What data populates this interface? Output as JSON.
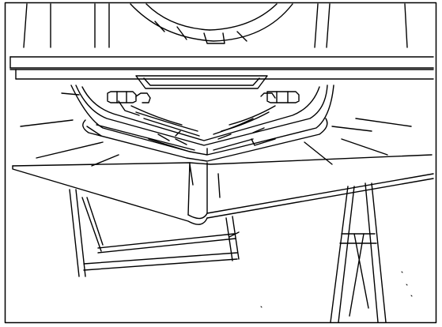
{
  "figure": {
    "stroke_color": "#000000",
    "background_color": "#ffffff"
  },
  "parts": {
    "steering_wheel": "steering-wheel",
    "instrument_panel": "instrument-panel",
    "airbag_module": "airbag-module",
    "mounting_nuts": "mounting-nuts",
    "table_top": "table-top",
    "sawhorse_left": "sawhorse-left",
    "sawhorse_right": "sawhorse-right"
  }
}
